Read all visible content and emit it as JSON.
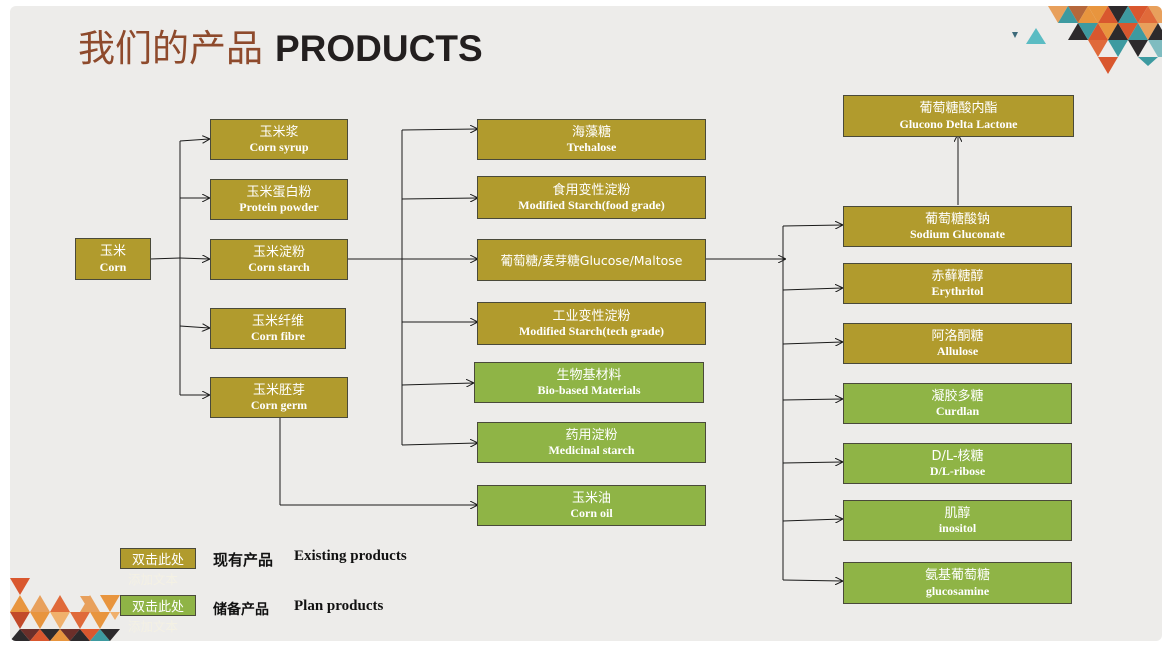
{
  "title": {
    "cn": "我们的产品",
    "en": "PRODUCTS"
  },
  "colors": {
    "existing": "#b19b2d",
    "plan": "#8fb446",
    "title_cn": "#8e4a2c"
  },
  "nodes": {
    "corn": {
      "cn": "玉米",
      "en": "Corn",
      "status": "existing"
    },
    "corn_syrup": {
      "cn": "玉米浆",
      "en": "Corn syrup",
      "status": "existing"
    },
    "protein_powder": {
      "cn": "玉米蛋白粉",
      "en": "Protein powder",
      "status": "existing"
    },
    "corn_starch": {
      "cn": "玉米淀粉",
      "en": "Corn starch",
      "status": "existing"
    },
    "corn_fibre": {
      "cn": "玉米纤维",
      "en": "Corn fibre",
      "status": "existing"
    },
    "corn_germ": {
      "cn": "玉米胚芽",
      "en": "Corn germ",
      "status": "existing"
    },
    "trehalose": {
      "cn": "海藻糖",
      "en": "Trehalose",
      "status": "existing"
    },
    "modified_food": {
      "cn": "食用变性淀粉",
      "en": "Modified Starch(food grade)",
      "status": "existing"
    },
    "glucose_maltose": {
      "text": "葡萄糖/麦芽糖Glucose/Maltose",
      "status": "existing"
    },
    "modified_tech": {
      "cn": "工业变性淀粉",
      "en": "Modified Starch(tech grade)",
      "status": "existing"
    },
    "bio_materials": {
      "cn": "生物基材料",
      "en": "Bio-based Materials",
      "status": "plan"
    },
    "medicinal_starch": {
      "cn": "药用淀粉",
      "en": "Medicinal starch",
      "status": "plan"
    },
    "corn_oil": {
      "cn": "玉米油",
      "en": "Corn oil",
      "status": "plan"
    },
    "glucono_lactone": {
      "cn": "葡萄糖酸内酯",
      "en": "Glucono Delta Lactone",
      "status": "existing"
    },
    "sodium_gluconate": {
      "cn": "葡萄糖酸钠",
      "en": "Sodium Gluconate",
      "status": "existing"
    },
    "erythritol": {
      "cn": "赤藓糖醇",
      "en": "Erythritol",
      "status": "existing"
    },
    "allulose": {
      "cn": "阿洛酮糖",
      "en": "Allulose",
      "status": "existing"
    },
    "curdlan": {
      "cn": "凝胶多糖",
      "en": "Curdlan",
      "status": "plan"
    },
    "ribose": {
      "cn": "D/L-核糖",
      "en": "D/L-ribose",
      "status": "plan"
    },
    "inositol": {
      "cn": "肌醇",
      "en": "inositol",
      "status": "plan"
    },
    "glucosamine": {
      "cn": "氨基葡萄糖",
      "en": "glucosamine",
      "status": "plan"
    }
  },
  "edges": [
    [
      "corn",
      "corn_syrup"
    ],
    [
      "corn",
      "protein_powder"
    ],
    [
      "corn",
      "corn_starch"
    ],
    [
      "corn",
      "corn_fibre"
    ],
    [
      "corn",
      "corn_germ"
    ],
    [
      "corn_starch",
      "trehalose"
    ],
    [
      "corn_starch",
      "modified_food"
    ],
    [
      "corn_starch",
      "glucose_maltose"
    ],
    [
      "corn_starch",
      "modified_tech"
    ],
    [
      "corn_starch",
      "bio_materials"
    ],
    [
      "corn_starch",
      "medicinal_starch"
    ],
    [
      "corn_germ",
      "corn_oil"
    ],
    [
      "glucose_maltose",
      "sodium_gluconate"
    ],
    [
      "glucose_maltose",
      "erythritol"
    ],
    [
      "glucose_maltose",
      "allulose"
    ],
    [
      "glucose_maltose",
      "curdlan"
    ],
    [
      "glucose_maltose",
      "ribose"
    ],
    [
      "glucose_maltose",
      "inositol"
    ],
    [
      "glucose_maltose",
      "glucosamine"
    ],
    [
      "sodium_gluconate",
      "glucono_lactone"
    ]
  ],
  "legend": {
    "existing": {
      "swatch_label": "双击此处",
      "swatch_sub": "添加文本",
      "cn": "现有产品",
      "en": "Existing products"
    },
    "plan": {
      "swatch_label": "双击此处",
      "swatch_sub": "添加文本",
      "cn": "储备产品",
      "en": "Plan products"
    }
  }
}
